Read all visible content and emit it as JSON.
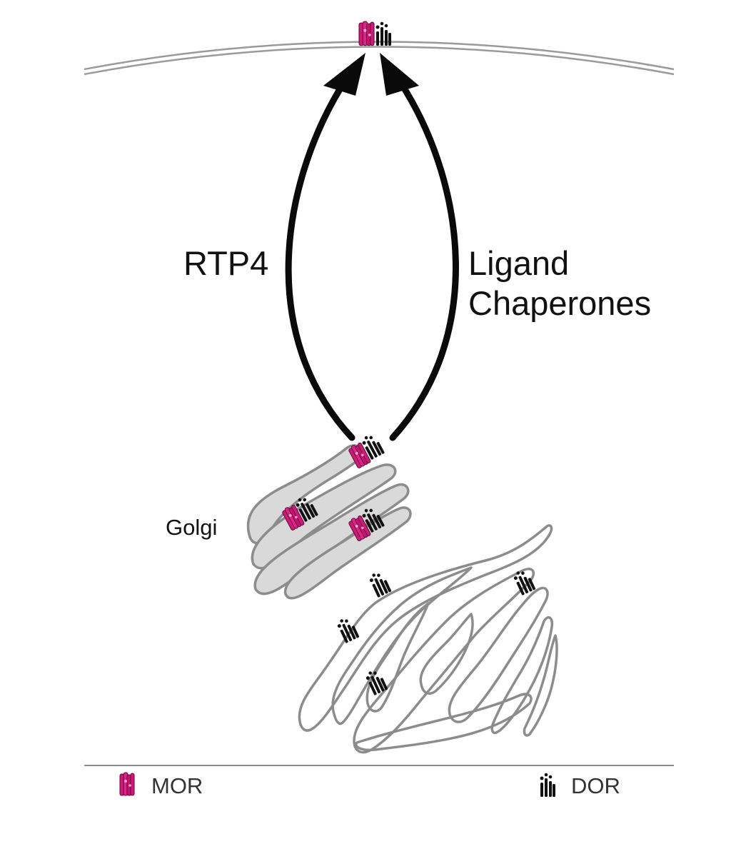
{
  "labels": {
    "rtp4": "RTP4",
    "ligand_line1": "Ligand",
    "ligand_line2": "Chaperones",
    "golgi": "Golgi"
  },
  "legend": {
    "mor": "MOR",
    "dor": "DOR"
  },
  "colors": {
    "mor": "#d3177b",
    "dor": "#111111",
    "organelle_stroke": "#8c8c8c",
    "golgi_fill": "#d9d9d9",
    "membrane": "#9a9a9a",
    "arrow": "#0a0a0a"
  }
}
